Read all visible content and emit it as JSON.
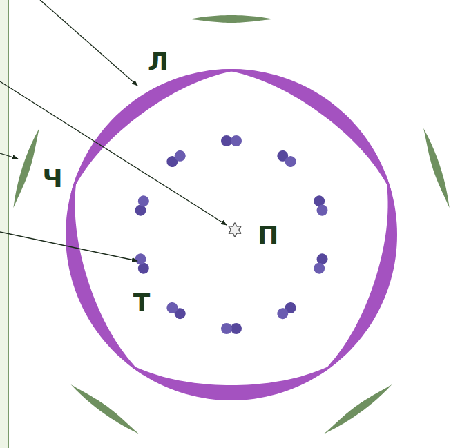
{
  "diagram": {
    "labels": [
      "Л",
      "Ч",
      "П",
      "Т"
    ]
  }
}
